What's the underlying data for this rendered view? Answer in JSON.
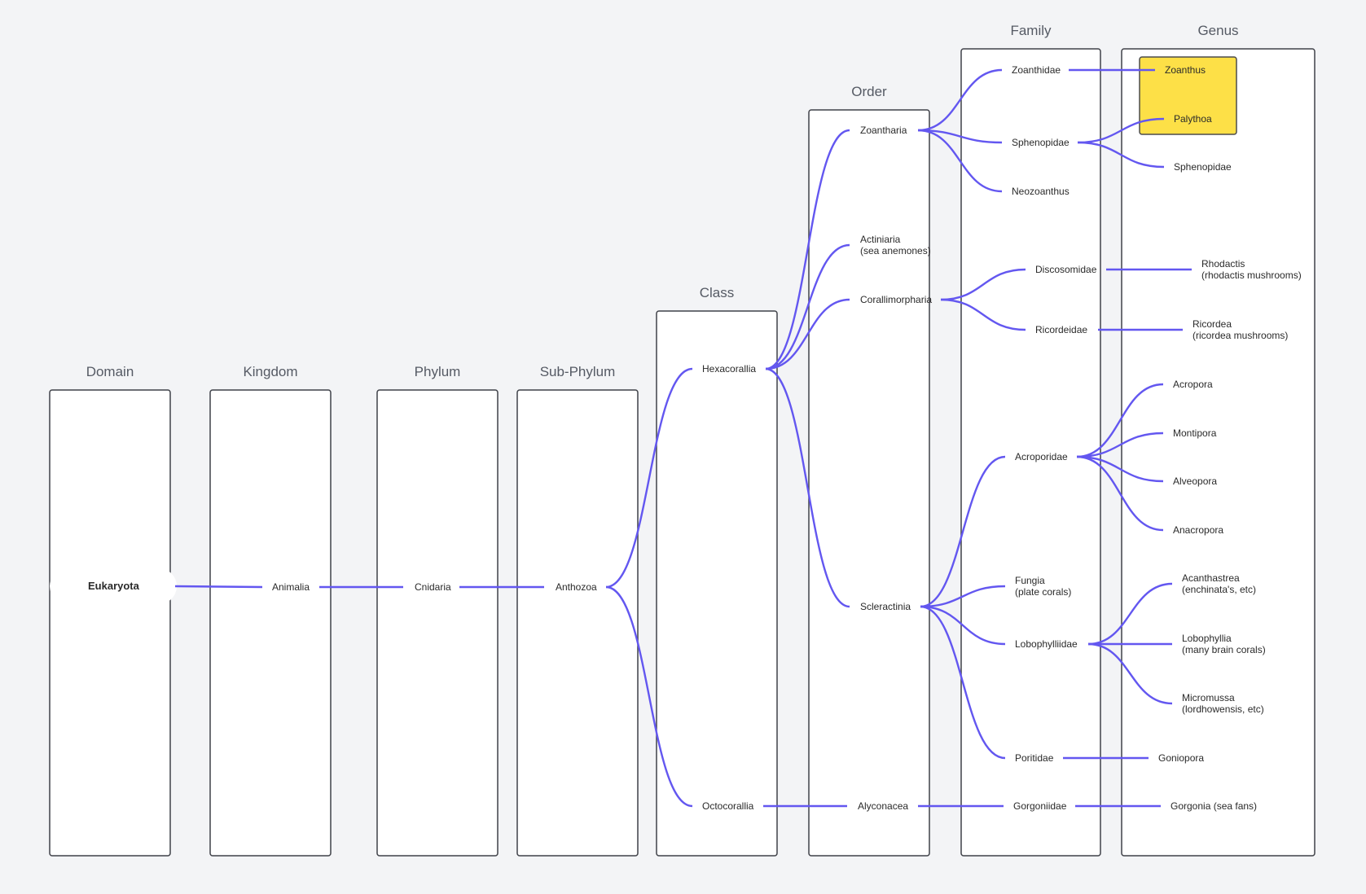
{
  "columns": [
    {
      "id": "domain",
      "title": "Domain"
    },
    {
      "id": "kingdom",
      "title": "Kingdom"
    },
    {
      "id": "phylum",
      "title": "Phylum"
    },
    {
      "id": "subphylum",
      "title": "Sub-Phylum"
    },
    {
      "id": "class",
      "title": "Class"
    },
    {
      "id": "order",
      "title": "Order"
    },
    {
      "id": "family",
      "title": "Family"
    },
    {
      "id": "genus",
      "title": "Genus"
    }
  ],
  "nodes": [
    {
      "id": "eukaryota",
      "col": "domain",
      "label": [
        "Eukaryota"
      ],
      "bold": true
    },
    {
      "id": "animalia",
      "col": "kingdom",
      "label": [
        "Animalia"
      ]
    },
    {
      "id": "cnidaria",
      "col": "phylum",
      "label": [
        "Cnidaria"
      ]
    },
    {
      "id": "anthozoa",
      "col": "subphylum",
      "label": [
        "Anthozoa"
      ]
    },
    {
      "id": "hexacorallia",
      "col": "class",
      "label": [
        "Hexacorallia"
      ]
    },
    {
      "id": "octocorallia",
      "col": "class",
      "label": [
        "Octocorallia"
      ]
    },
    {
      "id": "zoantharia",
      "col": "order",
      "label": [
        "Zoantharia"
      ]
    },
    {
      "id": "actiniaria",
      "col": "order",
      "label": [
        "Actiniaria",
        "(sea anemones)"
      ]
    },
    {
      "id": "corallimorpharia",
      "col": "order",
      "label": [
        "Corallimorpharia"
      ]
    },
    {
      "id": "scleractinia",
      "col": "order",
      "label": [
        "Scleractinia"
      ]
    },
    {
      "id": "alyconacea",
      "col": "order",
      "label": [
        "Alyconacea"
      ]
    },
    {
      "id": "zoanthidae",
      "col": "family",
      "label": [
        "Zoanthidae"
      ]
    },
    {
      "id": "sphenopidae-fam",
      "col": "family",
      "label": [
        "Sphenopidae"
      ]
    },
    {
      "id": "neozoanthus",
      "col": "family",
      "label": [
        "Neozoanthus"
      ]
    },
    {
      "id": "discosomidae",
      "col": "family",
      "label": [
        "Discosomidae"
      ]
    },
    {
      "id": "ricordeidae",
      "col": "family",
      "label": [
        "Ricordeidae"
      ]
    },
    {
      "id": "acroporidae",
      "col": "family",
      "label": [
        "Acroporidae"
      ]
    },
    {
      "id": "fungia",
      "col": "family",
      "label": [
        "Fungia",
        "(plate corals)"
      ]
    },
    {
      "id": "lobophylliidae",
      "col": "family",
      "label": [
        "Lobophylliidae"
      ]
    },
    {
      "id": "poritidae",
      "col": "family",
      "label": [
        "Poritidae"
      ]
    },
    {
      "id": "gorgoniidae",
      "col": "family",
      "label": [
        "Gorgoniidae"
      ]
    },
    {
      "id": "zoanthus",
      "col": "genus",
      "label": [
        "Zoanthus"
      ]
    },
    {
      "id": "palythoa",
      "col": "genus",
      "label": [
        "Palythoa"
      ]
    },
    {
      "id": "sphenopidae-gen",
      "col": "genus",
      "label": [
        "Sphenopidae"
      ]
    },
    {
      "id": "rhodactis",
      "col": "genus",
      "label": [
        "Rhodactis",
        "(rhodactis mushrooms)"
      ]
    },
    {
      "id": "ricordea",
      "col": "genus",
      "label": [
        "Ricordea",
        "(ricordea mushrooms)"
      ]
    },
    {
      "id": "acropora",
      "col": "genus",
      "label": [
        "Acropora"
      ]
    },
    {
      "id": "montipora",
      "col": "genus",
      "label": [
        "Montipora"
      ]
    },
    {
      "id": "alveopora",
      "col": "genus",
      "label": [
        "Alveopora"
      ]
    },
    {
      "id": "anacropora",
      "col": "genus",
      "label": [
        "Anacropora"
      ]
    },
    {
      "id": "acanthastrea",
      "col": "genus",
      "label": [
        "Acanthastrea",
        "(enchinata's, etc)"
      ]
    },
    {
      "id": "lobophyllia",
      "col": "genus",
      "label": [
        "Lobophyllia",
        "(many brain corals)"
      ]
    },
    {
      "id": "micromussa",
      "col": "genus",
      "label": [
        "Micromussa",
        "(lordhowensis, etc)"
      ]
    },
    {
      "id": "goniopora",
      "col": "genus",
      "label": [
        "Goniopora"
      ]
    },
    {
      "id": "gorgonia",
      "col": "genus",
      "label": [
        "Gorgonia (sea fans)"
      ]
    }
  ],
  "edges": [
    [
      "eukaryota",
      "animalia"
    ],
    [
      "animalia",
      "cnidaria"
    ],
    [
      "cnidaria",
      "anthozoa"
    ],
    [
      "anthozoa",
      "hexacorallia"
    ],
    [
      "anthozoa",
      "octocorallia"
    ],
    [
      "hexacorallia",
      "zoantharia"
    ],
    [
      "hexacorallia",
      "actiniaria"
    ],
    [
      "hexacorallia",
      "corallimorpharia"
    ],
    [
      "hexacorallia",
      "scleractinia"
    ],
    [
      "octocorallia",
      "alyconacea"
    ],
    [
      "zoantharia",
      "zoanthidae"
    ],
    [
      "zoantharia",
      "sphenopidae-fam"
    ],
    [
      "zoantharia",
      "neozoanthus"
    ],
    [
      "corallimorpharia",
      "discosomidae"
    ],
    [
      "corallimorpharia",
      "ricordeidae"
    ],
    [
      "scleractinia",
      "acroporidae"
    ],
    [
      "scleractinia",
      "fungia"
    ],
    [
      "scleractinia",
      "lobophylliidae"
    ],
    [
      "scleractinia",
      "poritidae"
    ],
    [
      "alyconacea",
      "gorgoniidae"
    ],
    [
      "zoanthidae",
      "zoanthus"
    ],
    [
      "sphenopidae-fam",
      "palythoa"
    ],
    [
      "sphenopidae-fam",
      "sphenopidae-gen"
    ],
    [
      "discosomidae",
      "rhodactis"
    ],
    [
      "ricordeidae",
      "ricordea"
    ],
    [
      "acroporidae",
      "acropora"
    ],
    [
      "acroporidae",
      "montipora"
    ],
    [
      "acroporidae",
      "alveopora"
    ],
    [
      "acroporidae",
      "anacropora"
    ],
    [
      "lobophylliidae",
      "acanthastrea"
    ],
    [
      "lobophylliidae",
      "lobophyllia"
    ],
    [
      "lobophylliidae",
      "micromussa"
    ],
    [
      "poritidae",
      "goniopora"
    ],
    [
      "gorgoniidae",
      "gorgonia"
    ]
  ],
  "highlight": {
    "nodes": [
      "zoanthus",
      "palythoa"
    ],
    "fill": "#fde047",
    "stroke": "#4b4b4b"
  },
  "colors": {
    "edge": "#6357f0",
    "column_border": "#3f4148",
    "column_fill": "#ffffff",
    "background": "#f3f4f6"
  }
}
